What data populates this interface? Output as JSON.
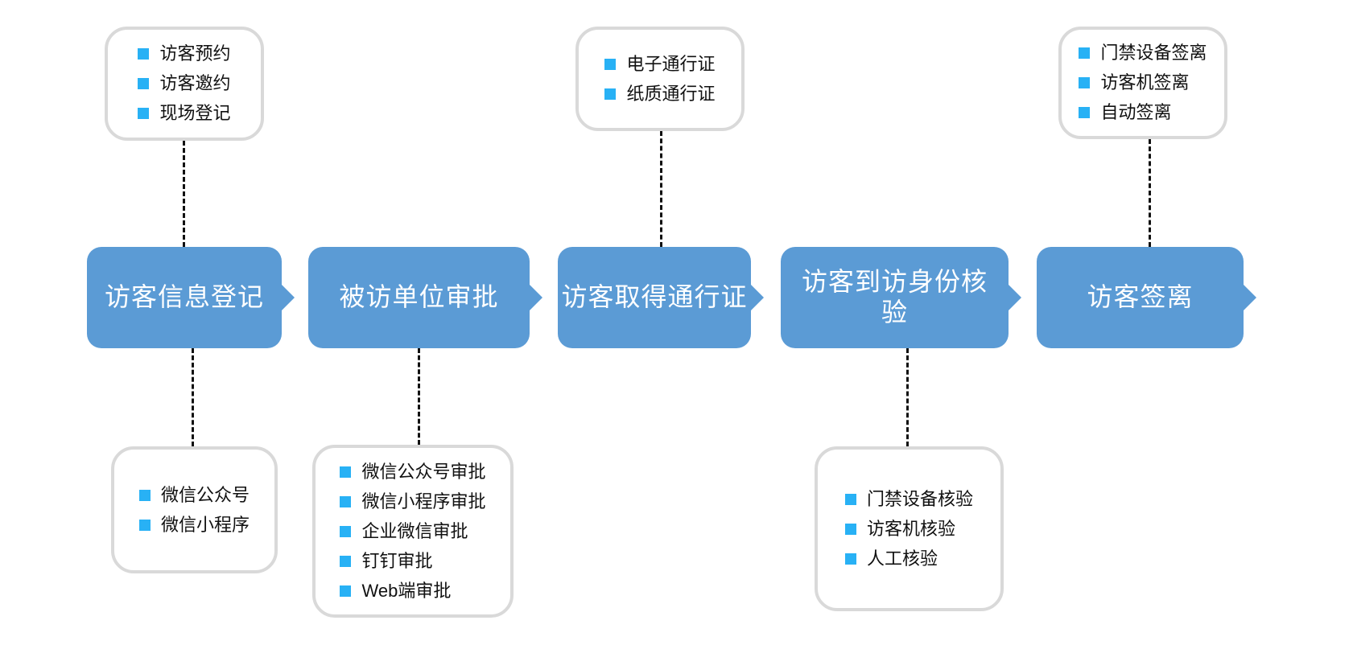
{
  "diagram": {
    "title": "visitor-management-flow",
    "colors": {
      "stage_fill": "#5B9BD5",
      "stage_text": "#FFFFFF",
      "bullet": "#28B1F5",
      "callout_border": "#D9D9D9",
      "connector": "#111111",
      "item_text": "#111111"
    },
    "stages": [
      {
        "label": "访客信息登记"
      },
      {
        "label": "被访单位审批"
      },
      {
        "label": "访客取得通行证"
      },
      {
        "label": "访客到访身份核验"
      },
      {
        "label": "访客签离"
      }
    ],
    "callouts": {
      "top_left": {
        "items": [
          "访客预约",
          "访客邀约",
          "现场登记"
        ]
      },
      "top_middle": {
        "items": [
          "电子通行证",
          "纸质通行证"
        ]
      },
      "top_right": {
        "items": [
          "门禁设备签离",
          "访客机签离",
          "自动签离"
        ]
      },
      "bottom_left": {
        "items": [
          "微信公众号",
          "微信小程序"
        ]
      },
      "bottom_middle": {
        "items": [
          "微信公众号审批",
          "微信小程序审批",
          "企业微信审批",
          "钉钉审批",
          "Web端审批"
        ]
      },
      "bottom_right": {
        "items": [
          "门禁设备核验",
          "访客机核验",
          "人工核验"
        ]
      }
    }
  }
}
